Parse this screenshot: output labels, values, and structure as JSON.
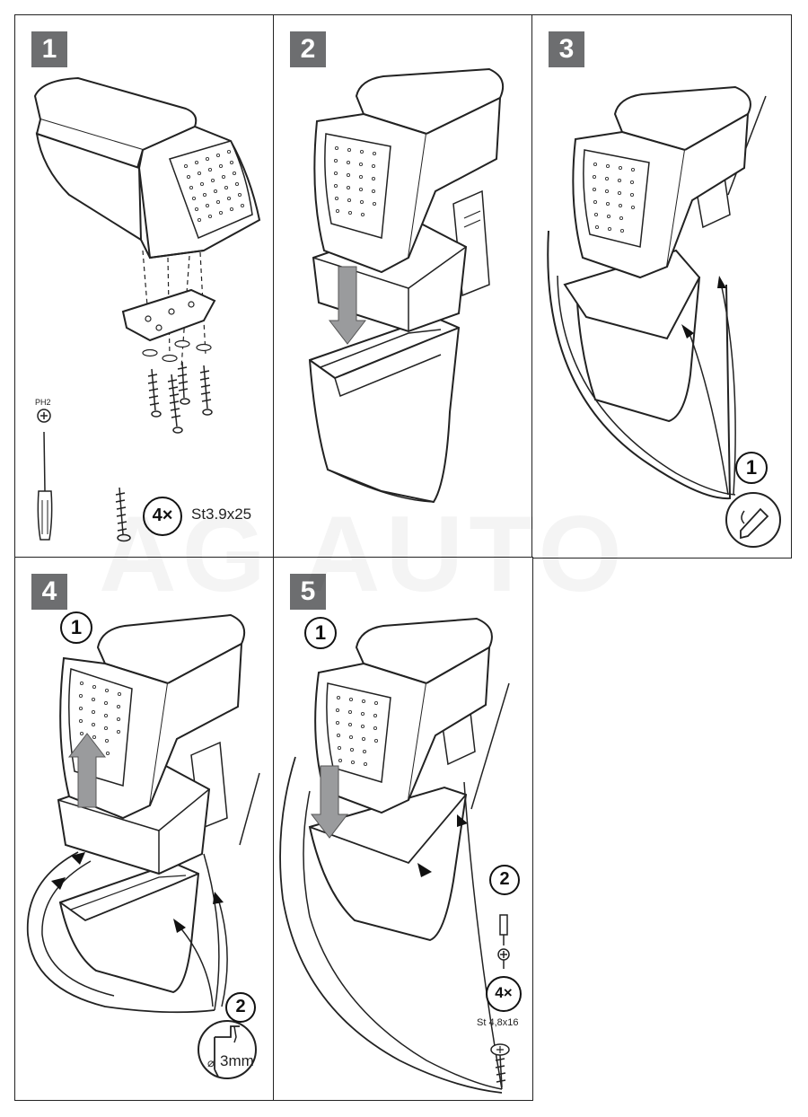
{
  "steps": [
    {
      "number": "1"
    },
    {
      "number": "2"
    },
    {
      "number": "3"
    },
    {
      "number": "4"
    },
    {
      "number": "5"
    }
  ],
  "panel1": {
    "bit_label": "PH2",
    "count": "4×",
    "screw_spec": "St3.9x25"
  },
  "panel3": {
    "callout": "1"
  },
  "panel4": {
    "callout_1": "1",
    "callout_2": "2",
    "drill_size": "3mm",
    "drill_diameter_symbol": "⌀"
  },
  "panel5": {
    "callout_1": "1",
    "callout_2": "2",
    "count": "4×",
    "screw_spec": "St 4,8x16"
  },
  "watermark": "AG AUTO",
  "colors": {
    "badge": "#6d6e70",
    "line": "#222222",
    "arrow_fill": "#9a9b9d",
    "dots": "#333333"
  }
}
